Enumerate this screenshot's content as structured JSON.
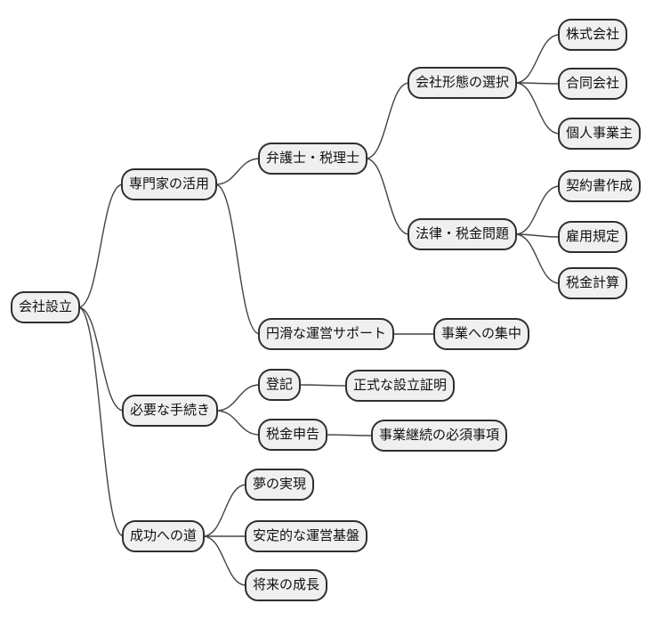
{
  "colors": {
    "background": "#ffffff",
    "node_fill": "#f0f0f0",
    "node_border": "#2f2f2f",
    "edge": "#444444",
    "text": "#111111"
  },
  "mindmap": {
    "root": {
      "label": "会社設立"
    },
    "branches": [
      {
        "label": "専門家の活用",
        "children": [
          {
            "label": "弁護士・税理士",
            "children": [
              {
                "label": "会社形態の選択",
                "children": [
                  {
                    "label": "株式会社"
                  },
                  {
                    "label": "合同会社"
                  },
                  {
                    "label": "個人事業主"
                  }
                ]
              },
              {
                "label": "法律・税金問題",
                "children": [
                  {
                    "label": "契約書作成"
                  },
                  {
                    "label": "雇用規定"
                  },
                  {
                    "label": "税金計算"
                  }
                ]
              }
            ]
          },
          {
            "label": "円滑な運営サポート",
            "children": [
              {
                "label": "事業への集中"
              }
            ]
          }
        ]
      },
      {
        "label": "必要な手続き",
        "children": [
          {
            "label": "登記",
            "children": [
              {
                "label": "正式な設立証明"
              }
            ]
          },
          {
            "label": "税金申告",
            "children": [
              {
                "label": "事業継続の必須事項"
              }
            ]
          }
        ]
      },
      {
        "label": "成功への道",
        "children": [
          {
            "label": "夢の実現"
          },
          {
            "label": "安定的な運営基盤"
          },
          {
            "label": "将来の成長"
          }
        ]
      }
    ]
  }
}
